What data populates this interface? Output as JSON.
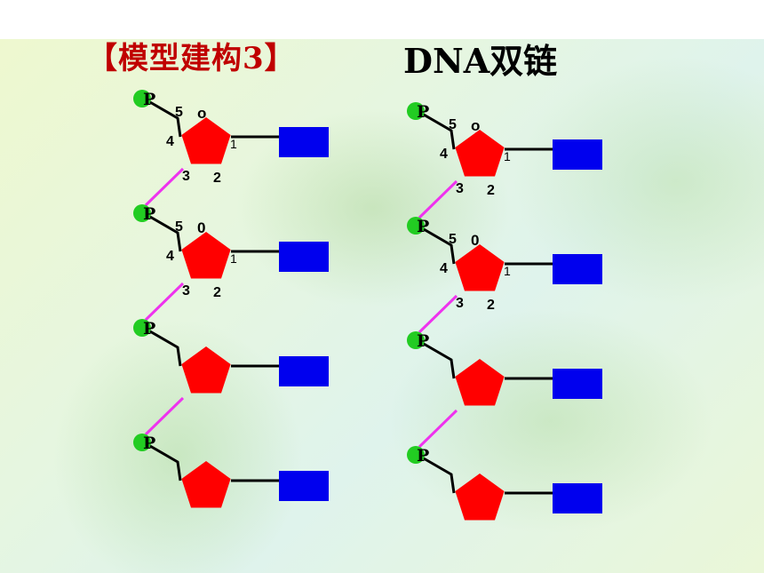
{
  "title": {
    "left": "【模型建构3】",
    "right": "DNA双链"
  },
  "colors": {
    "title_red": "#c00000",
    "phosphate": "#22cc22",
    "sugar": "#ff0000",
    "base": "#0000ee",
    "linkage": "#ee33ee"
  },
  "diagram": {
    "chains": [
      {
        "nucleotides": [
          {
            "phosphate": "P",
            "labels": {
              "c5": "5",
              "o": "o",
              "c4": "4",
              "c1": "1",
              "c3": "3",
              "c2": "2"
            }
          },
          {
            "phosphate": "P",
            "labels": {
              "c5": "5",
              "o": "0",
              "c4": "4",
              "c1": "1",
              "c3": "3",
              "c2": "2"
            }
          },
          {
            "phosphate": "P",
            "labels": null
          },
          {
            "phosphate": "P",
            "labels": null
          }
        ]
      },
      {
        "nucleotides": [
          {
            "phosphate": "P",
            "labels": {
              "c5": "5",
              "o": "o",
              "c4": "4",
              "c1": "1",
              "c3": "3",
              "c2": "2"
            }
          },
          {
            "phosphate": "P",
            "labels": {
              "c5": "5",
              "o": "0",
              "c4": "4",
              "c1": "1",
              "c3": "3",
              "c2": "2"
            }
          },
          {
            "phosphate": "P",
            "labels": null
          },
          {
            "phosphate": "P",
            "labels": null
          }
        ]
      }
    ]
  }
}
